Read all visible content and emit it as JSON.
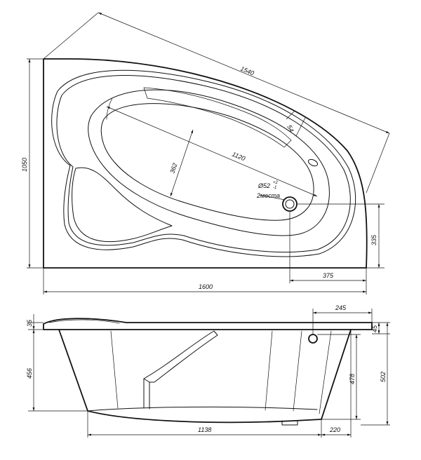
{
  "top_view": {
    "dimensions": {
      "diagonal": "1540",
      "rim_width": "54",
      "inner_length": "1120",
      "inner_width": "362",
      "height": "1050",
      "drain_offset_y": "335",
      "drain_offset_x": "375",
      "total_length": "1600"
    },
    "drain": {
      "diameter": "Ø52",
      "tolerance_plus": "+2",
      "tolerance_minus": "-1",
      "note": "2места"
    }
  },
  "side_view": {
    "dimensions": {
      "rim_thickness": "35",
      "total_height": "456",
      "top_offset": "245",
      "rim_right": "45",
      "inner_depth": "478",
      "outer_height": "502",
      "bottom_length": "1138",
      "bottom_offset": "220"
    }
  }
}
